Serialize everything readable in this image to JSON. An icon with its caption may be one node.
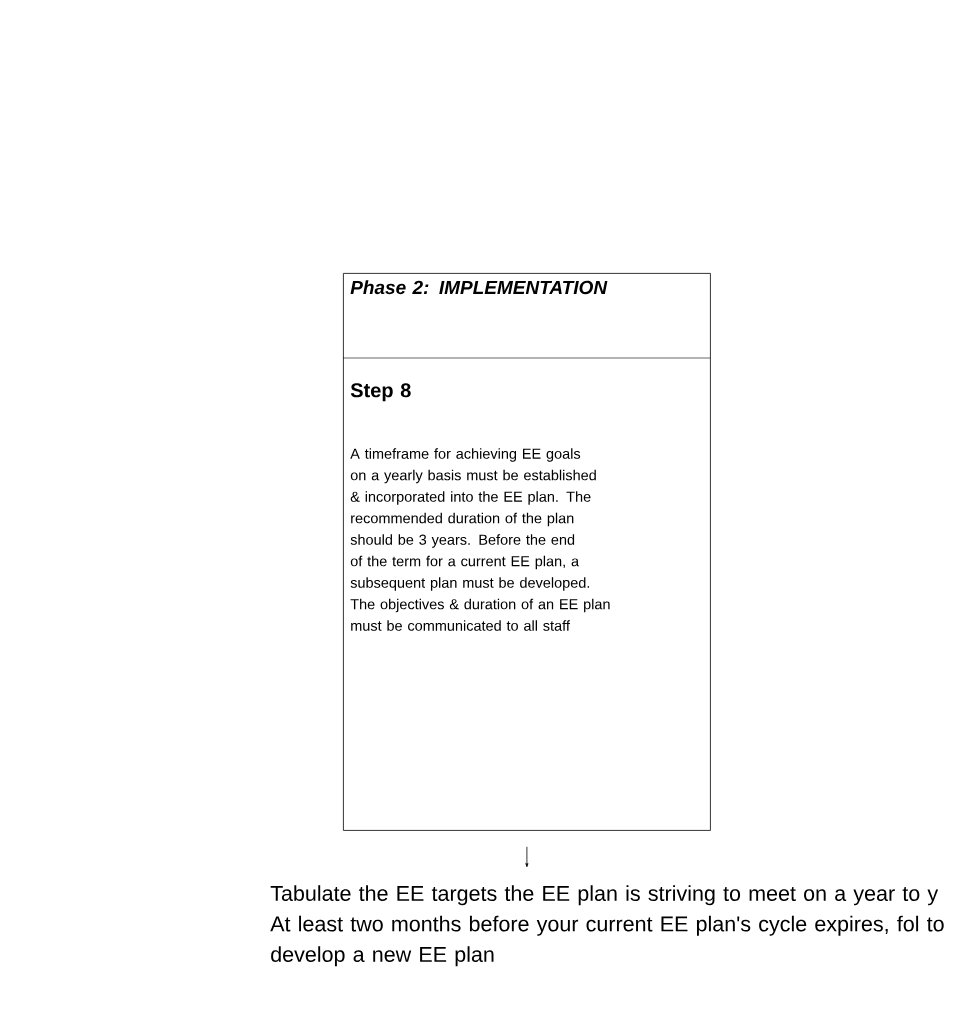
{
  "diagram": {
    "nodes": [
      {
        "text": [
          "Phase 2: IMPLEMENTATION",
          "Step 8",
          "A timeframe for achieving EE goals on a yearly basis must be established & incorporated into the EE plan. The recommended duration of the plan should be 3 years. Before the end of the term for a current EE plan, a subsequent plan must be developed. The objectives & duration of an EE plan must be communicated to all staff"
        ]
      },
      {
        "text": [
          "Tabulate the EE targets the EE plan is striving to meet on a year to y",
          "At least two months before your current EE plan's cycle expires, fol to develop a new EE plan"
        ]
      }
    ],
    "edges": [
      {
        "from": 0,
        "to": 1,
        "arrow": "to"
      }
    ]
  }
}
